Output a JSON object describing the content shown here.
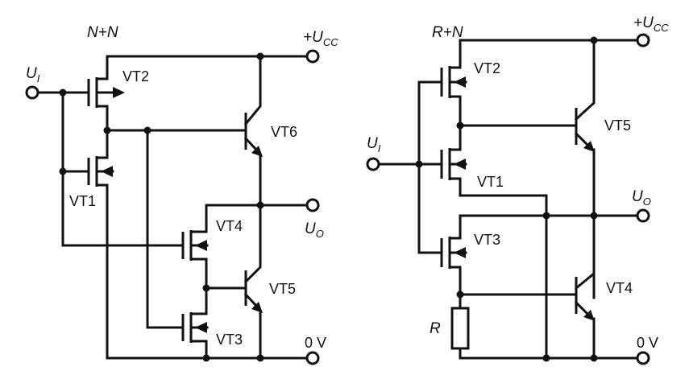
{
  "left": {
    "title": "N+N",
    "supply": {
      "sign": "+",
      "letter": "U",
      "sub": "CC"
    },
    "input": {
      "letter": "U",
      "sub": "I"
    },
    "output": {
      "letter": "U",
      "sub": "O"
    },
    "ground": "0 V",
    "transistors": [
      "VT1",
      "VT2",
      "VT3",
      "VT4",
      "VT5",
      "VT6"
    ]
  },
  "right": {
    "title": "R+N",
    "supply": {
      "sign": "+",
      "letter": "U",
      "sub": "CC"
    },
    "input": {
      "letter": "U",
      "sub": "I"
    },
    "output": {
      "letter": "U",
      "sub": "O"
    },
    "ground": "0 V",
    "resistor": "R",
    "transistors": [
      "VT1",
      "VT2",
      "VT3",
      "VT4",
      "VT5"
    ]
  }
}
